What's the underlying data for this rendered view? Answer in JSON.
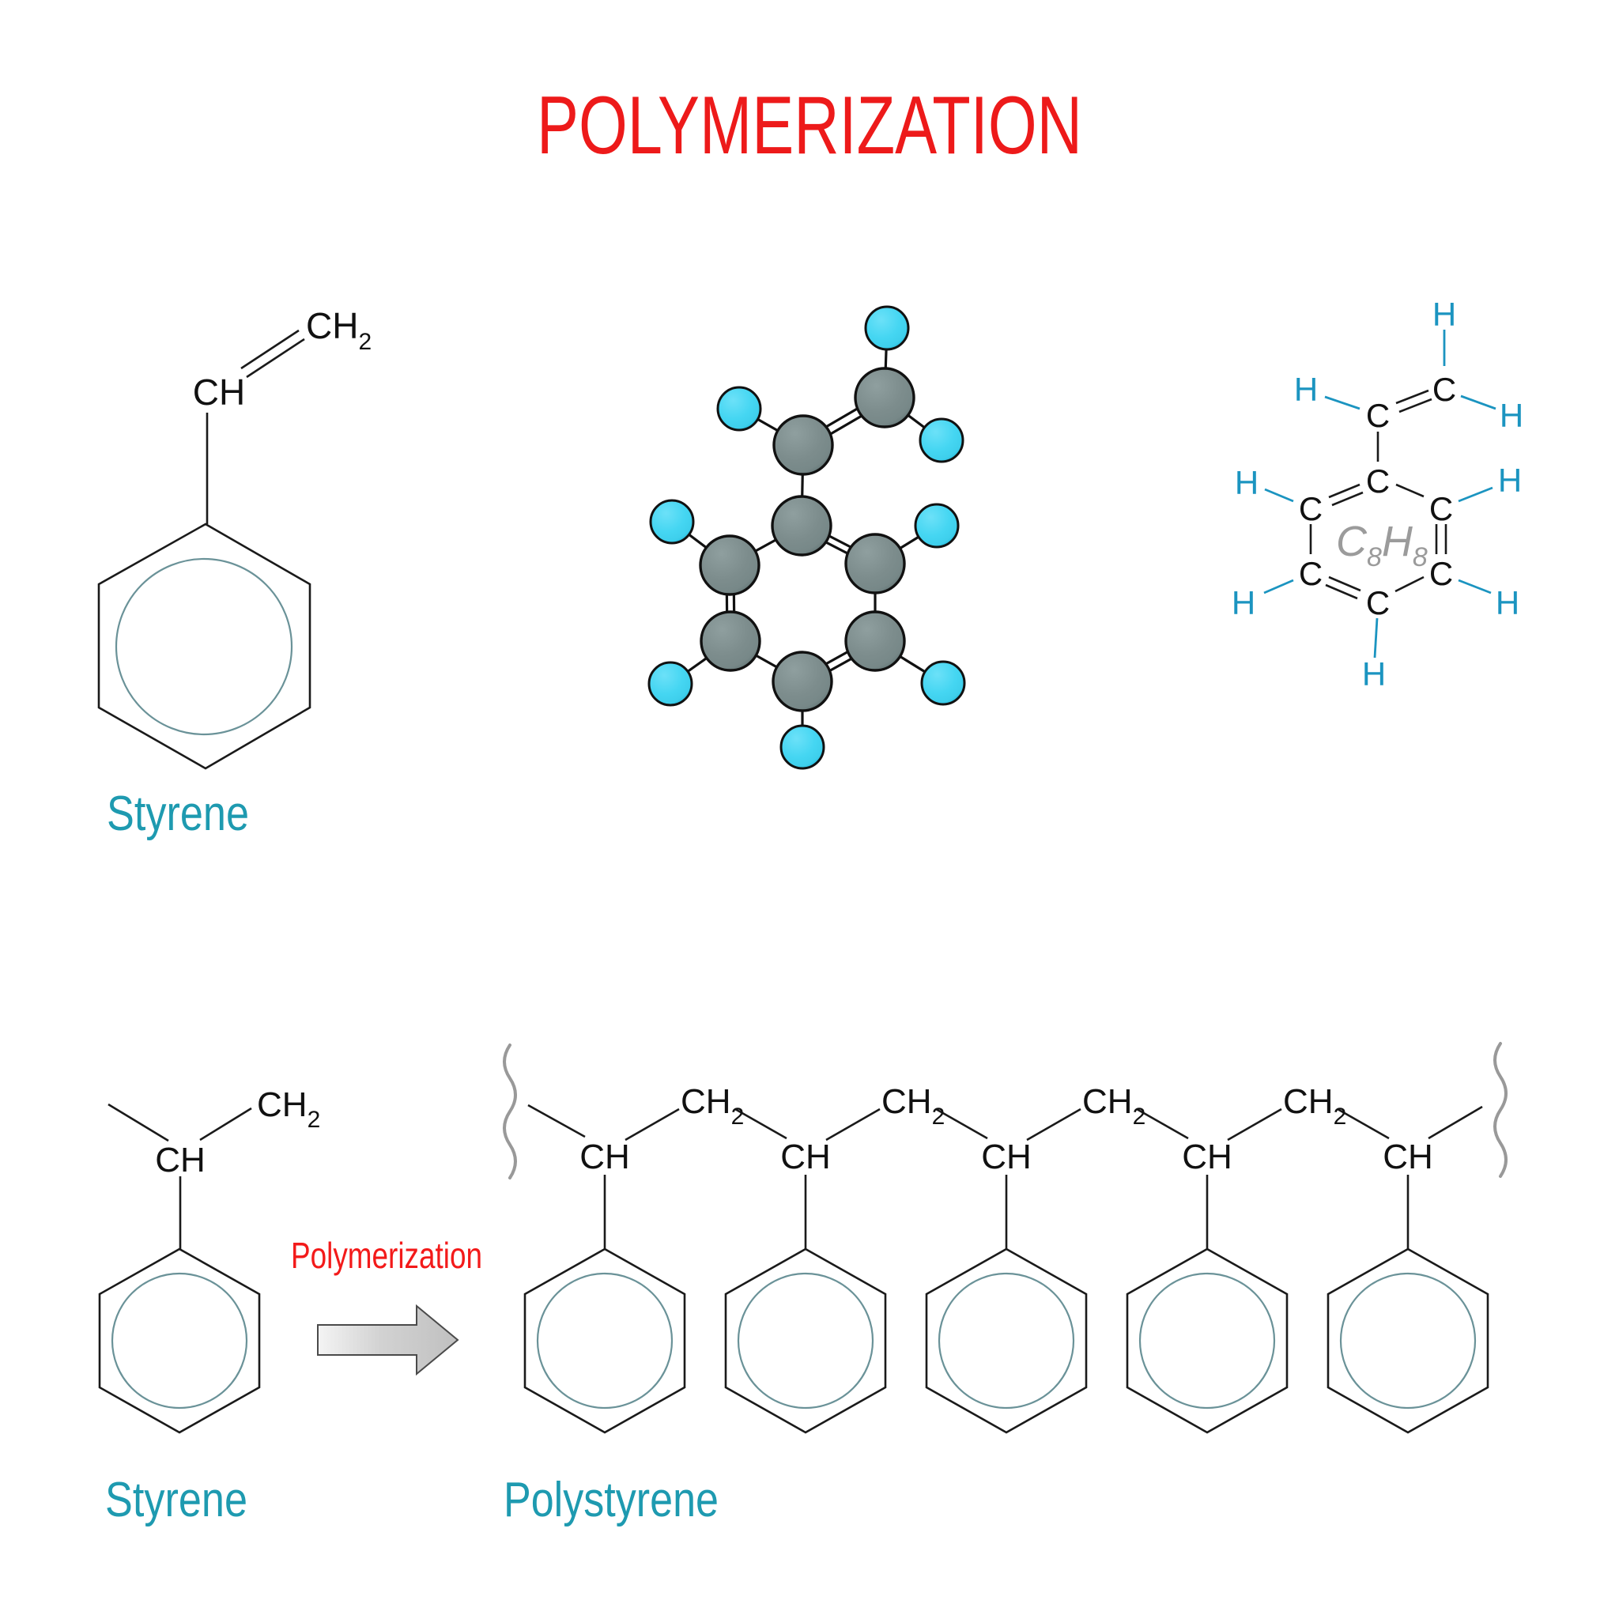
{
  "title": "POLYMERIZATION",
  "labels": {
    "styrene_top": "Styrene",
    "styrene_bottom": "Styrene",
    "polystyrene": "Polystyrene",
    "reaction": "Polymerization"
  },
  "atoms": {
    "c": "C",
    "h": "H",
    "ch": "CH",
    "sub2": "2",
    "sub8": "8"
  },
  "colors": {
    "title_red": "#ed1a1a",
    "label_teal": "#1e9ab0",
    "hydrogen_letter_blue": "#1b94c0",
    "formula_gray": "#9b9b9b",
    "carbon_ball_gray": "#7d8d8d",
    "hydrogen_ball_cyan": "#45d6f2",
    "bond_black": "#1a1a1a",
    "ring_circle_teal": "#6a9298",
    "squiggle_gray": "#999999",
    "arrow_gray": "#c4c4c4"
  }
}
